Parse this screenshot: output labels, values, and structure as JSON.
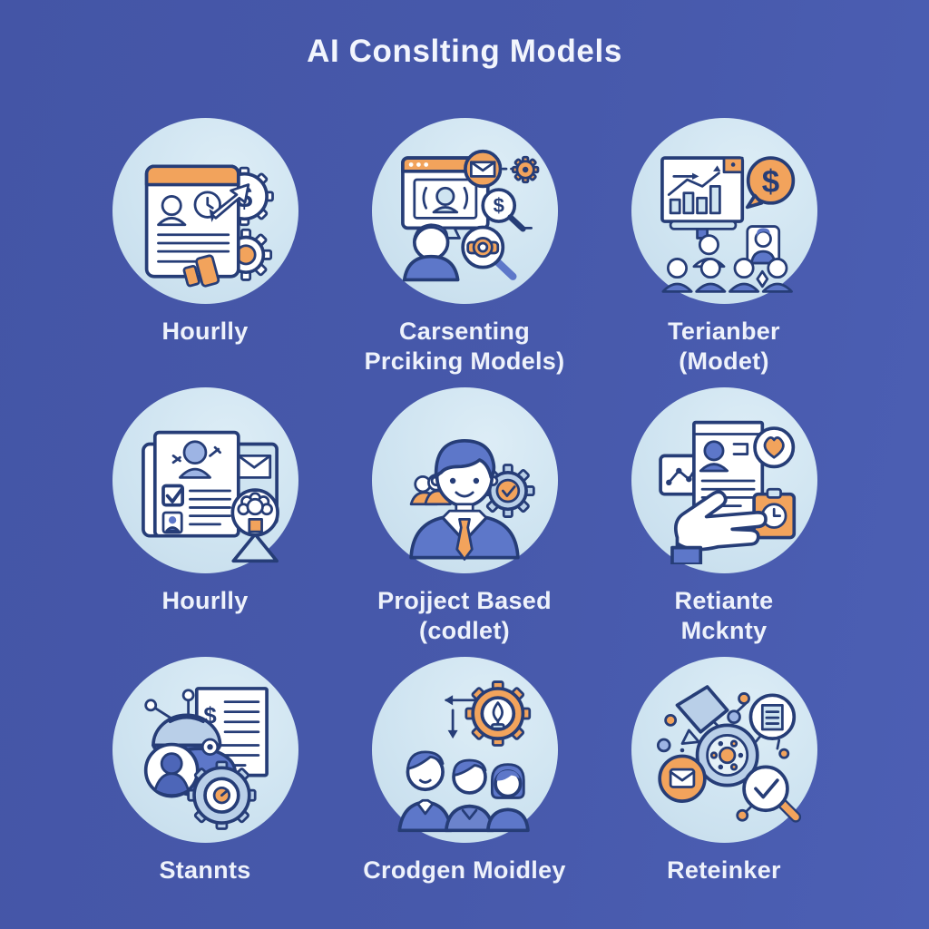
{
  "title": "AI Conslting Models",
  "colors": {
    "background": "#4759ab",
    "circle_fill": "#cfe4f1",
    "outline_navy": "#263d77",
    "accent_orange": "#f2a35c",
    "accent_blue": "#5d77c9",
    "text": "#f0f4fc"
  },
  "cards": [
    {
      "label": "Hourlly",
      "icon": "hourly-rate-document-gears-icon"
    },
    {
      "label": "Carsenting\nPrciking Models)",
      "icon": "consulting-browser-dollar-search-icon"
    },
    {
      "label": "Terianber\n(Modet)",
      "icon": "presentation-audience-dollar-bubble-icon"
    },
    {
      "label": "Hourlly",
      "icon": "vetting-checklist-award-icon"
    },
    {
      "label": "Projject Based\n(codlet)",
      "icon": "consultant-portrait-gear-check-icon"
    },
    {
      "label": "Retiante\nMcknty",
      "icon": "hand-holding-contract-heart-clock-icon"
    },
    {
      "label": "Stannts",
      "icon": "robot-invoice-gear-icon"
    },
    {
      "label": "Crodgen Moidley",
      "icon": "team-idea-gear-arrows-icon"
    },
    {
      "label": "Reteinker",
      "icon": "network-nodes-review-magnifier-icon"
    }
  ]
}
